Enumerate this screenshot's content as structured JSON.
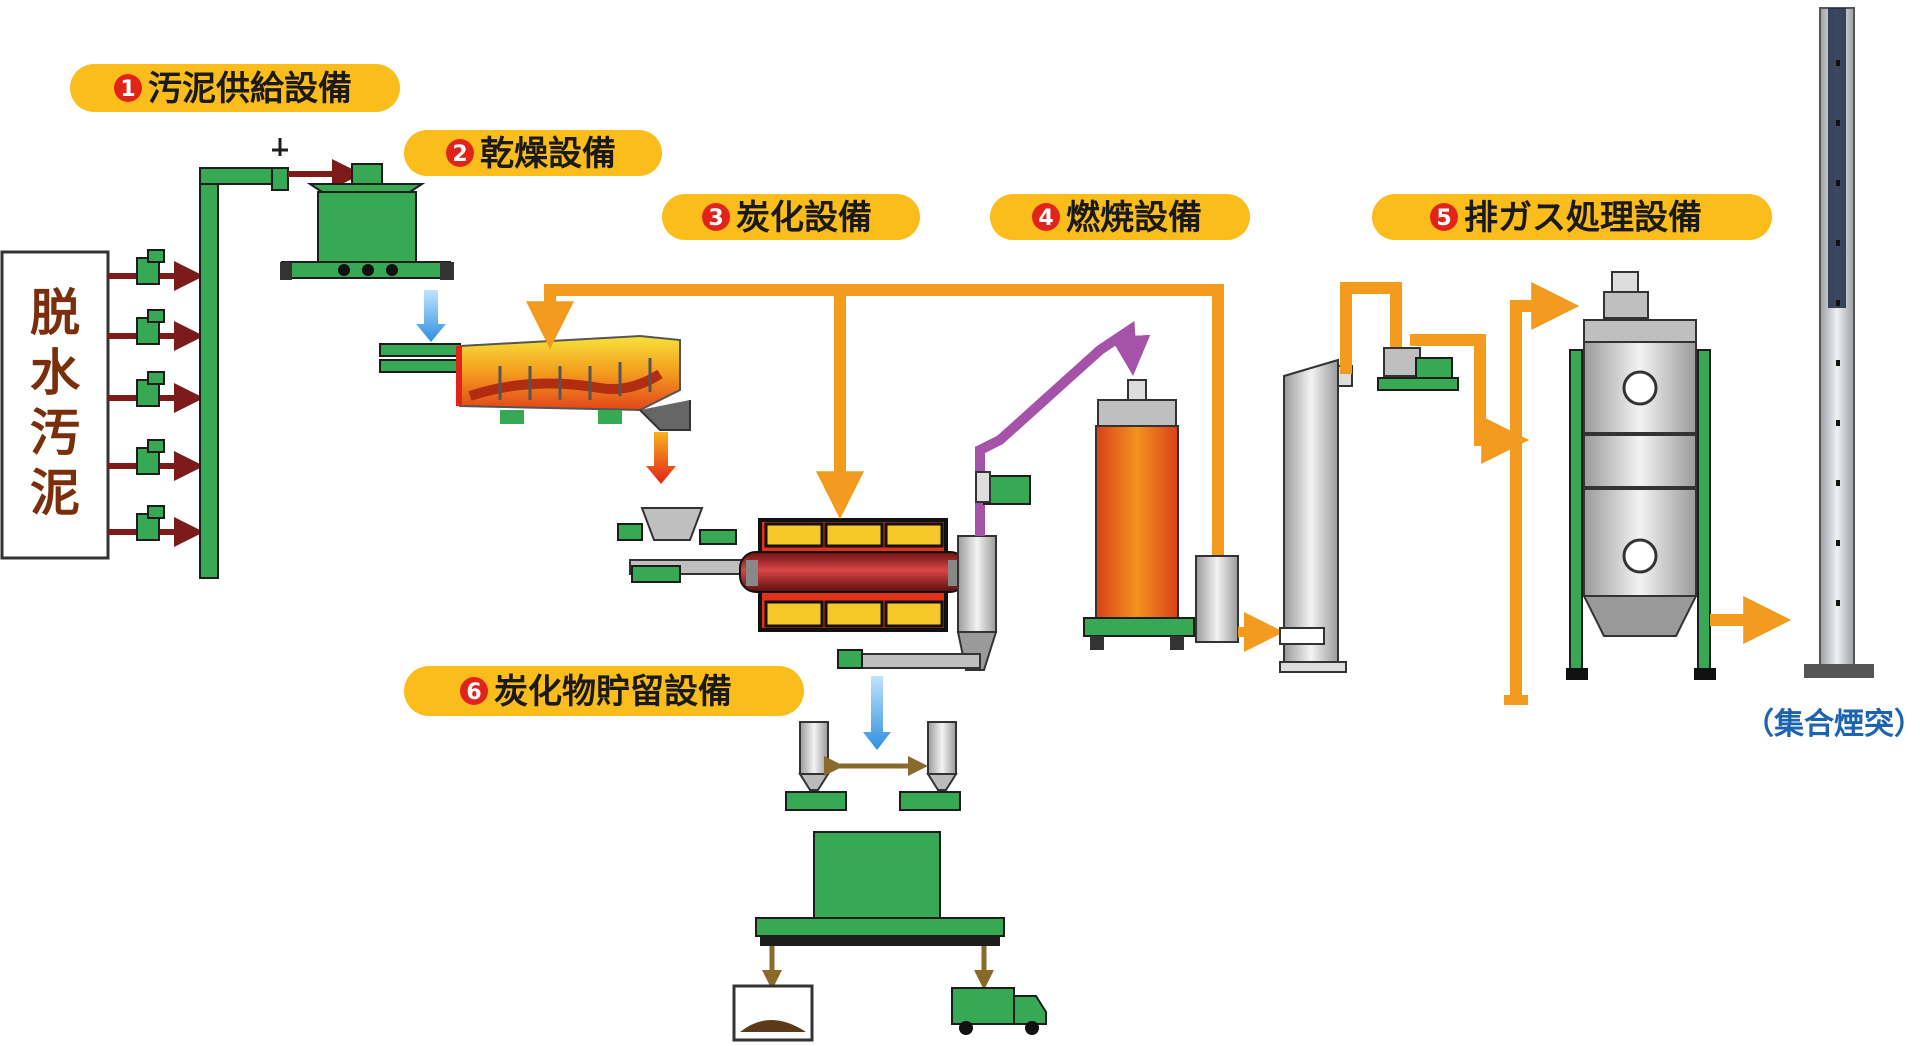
{
  "source": {
    "chars": [
      "脱",
      "水",
      "汚",
      "泥"
    ]
  },
  "stages": [
    {
      "num": "1",
      "label": "汚泥供給設備"
    },
    {
      "num": "2",
      "label": "乾燥設備"
    },
    {
      "num": "3",
      "label": "炭化設備"
    },
    {
      "num": "4",
      "label": "燃焼設備"
    },
    {
      "num": "5",
      "label": "排ガス処理設備"
    },
    {
      "num": "6",
      "label": "炭化物貯留設備"
    }
  ],
  "chimney": {
    "label": "（集合煙突）"
  },
  "colors": {
    "pill": "#fbbd1c",
    "badge": "#e2231a",
    "equipment_green": "#37a954",
    "duct_orange": "#f39b1e",
    "pipe_purple": "#a553a8",
    "feed_arrow": "#7d1a1a",
    "source_text": "#7a2e0c",
    "chimney_label": "#1e63b0"
  },
  "icons": [
    "pump-icon",
    "dryer-icon",
    "carbonizer-kiln-icon",
    "combustion-furnace-icon",
    "scrubber-tower-icon",
    "chimney-icon",
    "silo-icon",
    "truck-icon",
    "container-icon"
  ]
}
